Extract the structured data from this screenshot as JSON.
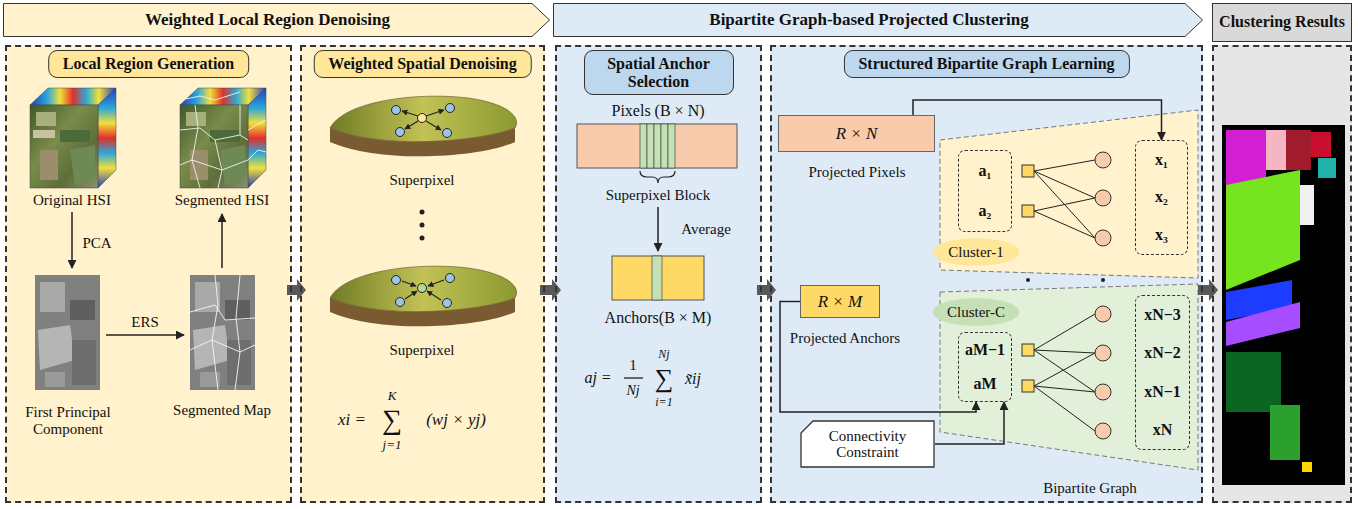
{
  "diagram": {
    "nodes": [
      {
        "text": [
          "Weighted Local Region Denoising"
        ]
      },
      {
        "text": [
          "Bipartite Graph-based Projected Clustering"
        ]
      },
      {
        "text": [
          "Clustering Results"
        ]
      },
      {
        "text": [
          "Local Region Generation"
        ]
      },
      {
        "text": [
          "Weighted Spatial Denoising"
        ]
      },
      {
        "text": [
          "Spatial Anchor Selection"
        ]
      },
      {
        "text": [
          "Structured Bipartite Graph Learning"
        ]
      },
      {
        "text": [
          "R × N"
        ],
        "in": 6
      },
      {
        "text": [
          "Cluster-1"
        ],
        "in": 6
      },
      {
        "text": [
          "a₁",
          "a₂"
        ],
        "in": 6
      },
      {
        "text": [
          "x₁",
          "x₂",
          "x₃"
        ],
        "in": 6
      },
      {
        "text": [
          "R × M"
        ],
        "in": 6
      },
      {
        "text": [
          "Cluster-C"
        ],
        "in": 6
      },
      {
        "text": [
          "aM−1",
          "aM"
        ],
        "in": 6
      },
      {
        "text": [
          "xN−3",
          "xN−2",
          "xN−1",
          "xN"
        ],
        "in": 6
      },
      {
        "text": [
          "Connectivity Constraint"
        ],
        "in": 6
      }
    ],
    "edges": [
      {
        "from": 3,
        "to": 4,
        "arrow": "to"
      },
      {
        "from": 4,
        "to": 5,
        "arrow": "to"
      },
      {
        "from": 5,
        "to": 6,
        "arrow": "to"
      },
      {
        "from": 6,
        "to": 2,
        "arrow": "to"
      },
      {
        "from": 7,
        "to": 10,
        "arrow": "to"
      },
      {
        "from": 11,
        "to": 13,
        "arrow": "to"
      },
      {
        "from": 15,
        "to": 13,
        "arrow": "to"
      }
    ],
    "labels": [
      "Original HSI",
      "Segmented HSI",
      "PCA",
      "ERS",
      "First Principal Component",
      "Segmented Map",
      "Superpixel",
      "Superpixel",
      "xi =",
      "K",
      "∑",
      "j=1",
      "(wj × yj)",
      "Pixels (B × N)",
      "Superpixel Block",
      "Average",
      "Anchors(B × M)",
      "aj =",
      "1",
      "Nj",
      "Nj",
      "∑",
      "i=1",
      "x̃ij",
      "Projected Pixels",
      "Projected Anchors",
      "Bipartite Graph"
    ]
  }
}
